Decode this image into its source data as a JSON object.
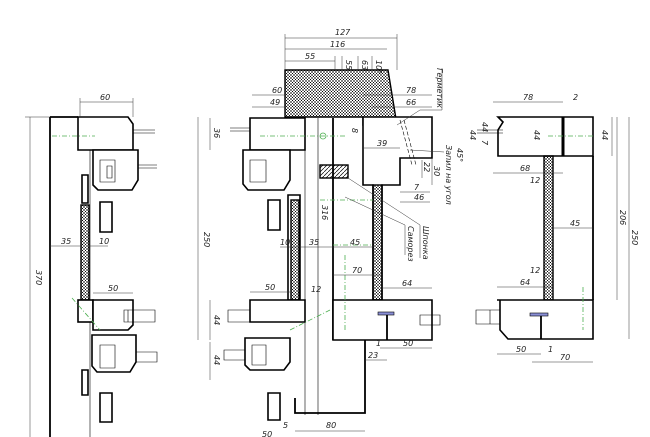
{
  "drawing": {
    "left_view": {
      "dims": {
        "overall_height": "370",
        "top_width": "60",
        "gap_left": "35",
        "glass_offset": "10",
        "bottom_width": "50"
      }
    },
    "middle_view": {
      "dims": {
        "total_top": "127",
        "top_116": "116",
        "top_55": "55",
        "top_55v": "55",
        "top_63": "63",
        "angle": "10°",
        "left_60": "60",
        "left_49": "49",
        "right_78": "78",
        "right_66": "66",
        "small_8": "8",
        "d39": "39",
        "d22": "22",
        "d30": "30",
        "d7": "7",
        "d46": "46",
        "height_250": "250",
        "d36": "36",
        "d44a": "44",
        "d44b": "44",
        "post_316": "316",
        "d10": "10",
        "d35": "35",
        "d45": "45",
        "d70": "70",
        "d64": "64",
        "d50": "50",
        "d12": "12",
        "d1": "1",
        "d23": "23",
        "d50b": "50",
        "d5": "5",
        "d80": "80",
        "d50c": "50"
      },
      "callouts": {
        "sealant": "Герметик",
        "miter": "Запил на угол",
        "miter_angle": "45°",
        "screw": "Саморез",
        "key": "Шпонка"
      }
    },
    "right_view": {
      "dims": {
        "top_78": "78",
        "gap_2": "2",
        "h44a": "44",
        "h44b": "44",
        "h44c": "44",
        "h44d": "44",
        "d7": "7",
        "d68": "68",
        "d12a": "12",
        "d45": "45",
        "d12b": "12",
        "d64": "64",
        "h206": "206",
        "h250": "250",
        "d50": "50",
        "d1": "1",
        "d70": "70"
      }
    }
  }
}
